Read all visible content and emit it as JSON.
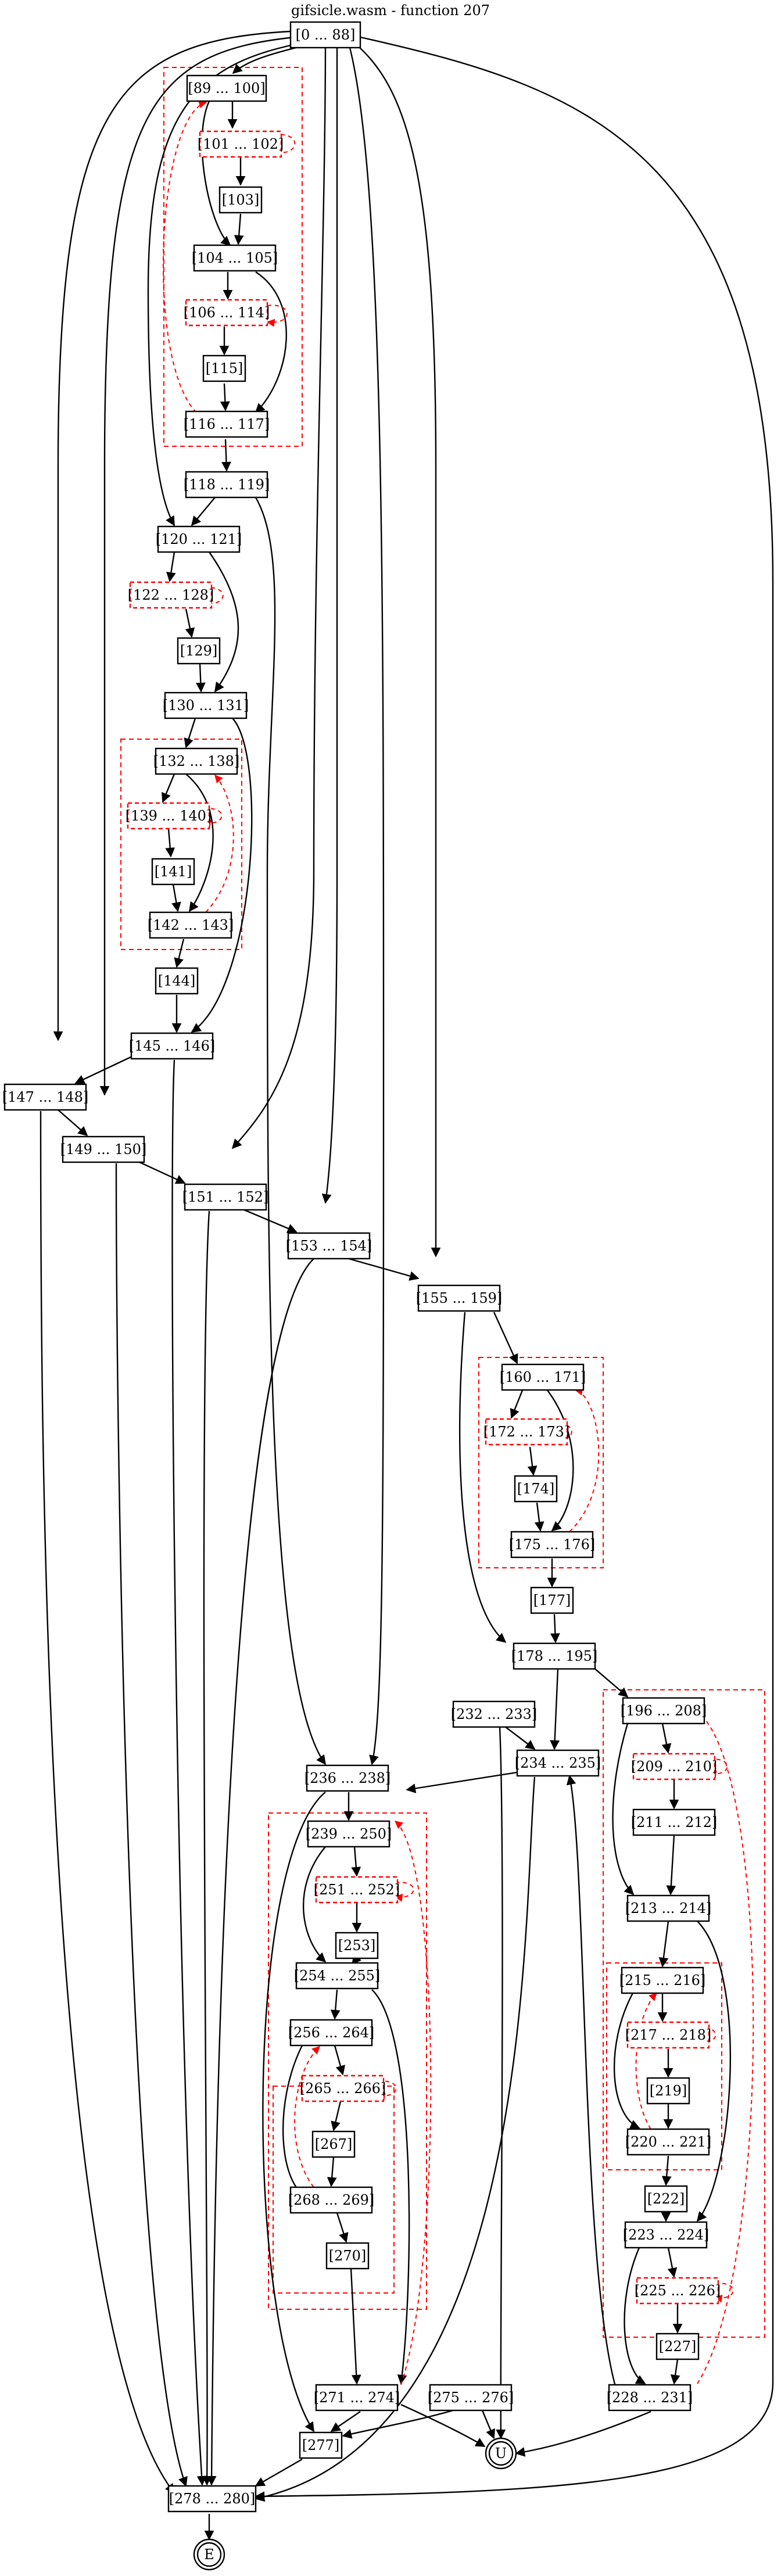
{
  "title": "gifsicle.wasm - function 207",
  "colors": {
    "edge": "#000000",
    "back_edge": "#ff0000",
    "cluster": "#ff0000"
  },
  "nodes": {
    "n0": "[0 ... 88]",
    "n89": "[89 ... 100]",
    "n101": "[101 ... 102]",
    "n103": "[103]",
    "n104": "[104 ... 105]",
    "n106": "[106 ... 114]",
    "n115": "[115]",
    "n116": "[116 ... 117]",
    "n118": "[118 ... 119]",
    "n120": "[120 ... 121]",
    "n122": "[122 ... 128]",
    "n129": "[129]",
    "n130": "[130 ... 131]",
    "n132": "[132 ... 138]",
    "n139": "[139 ... 140]",
    "n141": "[141]",
    "n142": "[142 ... 143]",
    "n144": "[144]",
    "n145": "[145 ... 146]",
    "n147": "[147 ... 148]",
    "n149": "[149 ... 150]",
    "n151": "[151 ... 152]",
    "n153": "[153 ... 154]",
    "n155": "[155 ... 159]",
    "n160": "[160 ... 171]",
    "n172": "[172 ... 173]",
    "n174": "[174]",
    "n175": "[175 ... 176]",
    "n177": "[177]",
    "n178": "[178 ... 195]",
    "n196": "[196 ... 208]",
    "n209": "[209 ... 210]",
    "n211": "[211 ... 212]",
    "n213": "[213 ... 214]",
    "n215": "[215 ... 216]",
    "n217": "[217 ... 218]",
    "n219": "[219]",
    "n220": "[220 ... 221]",
    "n222": "[222]",
    "n223": "[223 ... 224]",
    "n225": "[225 ... 226]",
    "n227": "[227]",
    "n228": "[228 ... 231]",
    "n232": "[232 ... 233]",
    "n234": "[234 ... 235]",
    "n236": "[236 ... 238]",
    "n239": "[239 ... 250]",
    "n251": "[251 ... 252]",
    "n253": "[253]",
    "n254": "[254 ... 255]",
    "n256": "[256 ... 264]",
    "n265": "[265 ... 266]",
    "n267": "[267]",
    "n268": "[268 ... 269]",
    "n270": "[270]",
    "n271": "[271 ... 274]",
    "n275": "[275 ... 276]",
    "n277": "[277]",
    "n278": "[278 ... 280]",
    "U": "U",
    "E": "E"
  }
}
